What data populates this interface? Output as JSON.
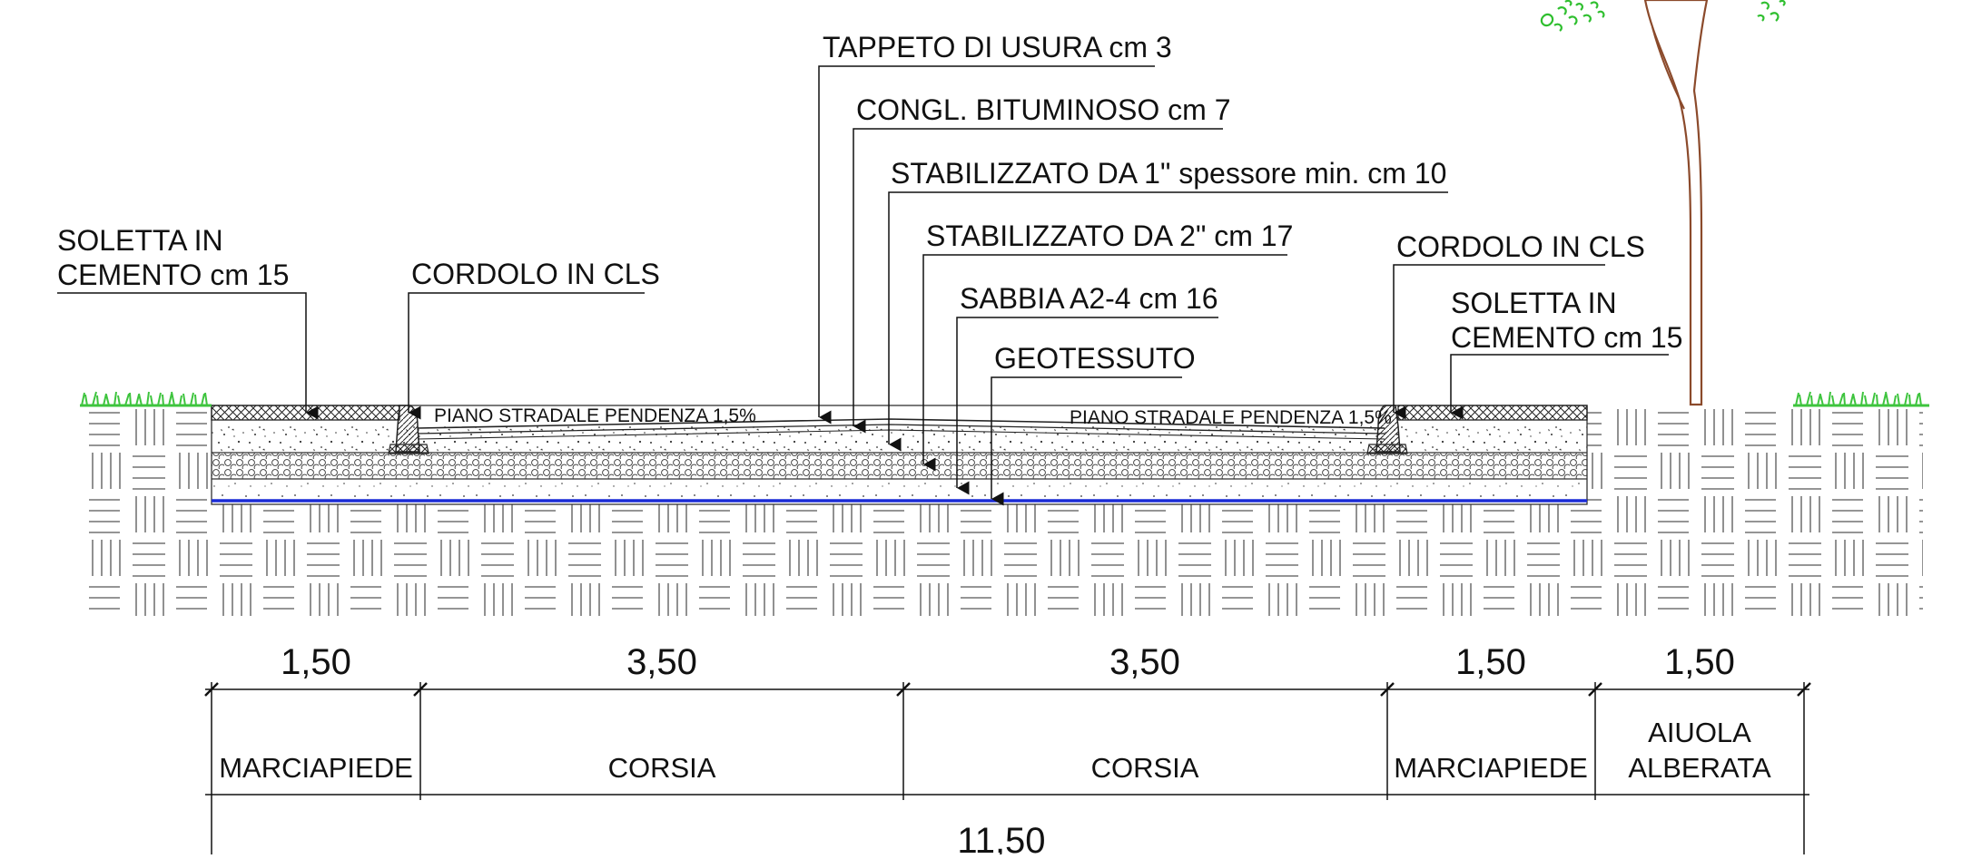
{
  "labels": {
    "tappeto_usura": "TAPPETO DI USURA cm 3",
    "congl_bituminoso": "CONGL. BITUMINOSO cm 7",
    "stabilizzato_1": "STABILIZZATO DA 1\" spessore min. cm 10",
    "stabilizzato_2": "STABILIZZATO DA 2\" cm 17",
    "sabbia": "SABBIA A2-4 cm 16",
    "geotessuto": "GEOTESSUTO",
    "soletta_left_line1": "SOLETTA IN",
    "soletta_left_line2": "CEMENTO cm 15",
    "cordolo_left": "CORDOLO IN CLS",
    "cordolo_right": "CORDOLO IN CLS",
    "soletta_right_line1": "SOLETTA IN",
    "soletta_right_line2": "CEMENTO cm 15",
    "piano_left": "PIANO STRADALE PENDENZA 1,5%",
    "piano_right": "PIANO STRADALE PENDENZA 1,5%"
  },
  "dimensions": {
    "segments": [
      {
        "value": "1,50",
        "name": "MARCIAPIEDE",
        "name2": ""
      },
      {
        "value": "3,50",
        "name": "CORSIA",
        "name2": ""
      },
      {
        "value": "3,50",
        "name": "CORSIA",
        "name2": ""
      },
      {
        "value": "1,50",
        "name": "MARCIAPIEDE",
        "name2": ""
      },
      {
        "value": "1,50",
        "name": "AIUOLA",
        "name2": "ALBERATA"
      }
    ],
    "total": "11,50"
  },
  "colors": {
    "geotextile": "#1a2bd6",
    "grass": "#3ec43e",
    "tree_trunk": "#8b4a2b",
    "foliage": "#2fbf2f"
  }
}
